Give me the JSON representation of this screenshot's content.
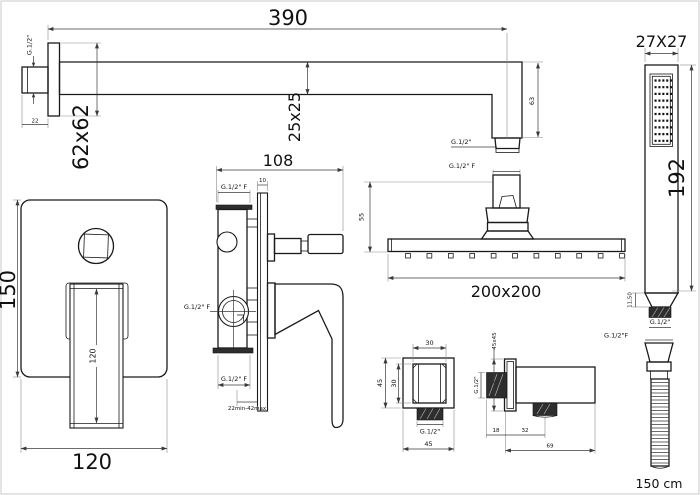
{
  "drawing": {
    "type": "shower-set-technical-drawing",
    "colors": {
      "line": "#1a1a1a",
      "dim": "#3a3a3a",
      "dark_fill": "#2e2e2e",
      "background": "#ffffff"
    }
  },
  "labels": {
    "arm_length": "390",
    "arm_wall_thread": "G.1/2\"",
    "arm_nipple": "22",
    "arm_flange": "62x62",
    "arm_section": "25x25",
    "arm_drop": "63",
    "arm_outlet_thread": "G.1/2\"",
    "handshower_size": "27X27",
    "handshower_length": "192",
    "handshower_neck": "11,50",
    "handshower_thread": "G.1/2\"",
    "hose_thread": "G.1/2\"F",
    "hose_length": "150 cm",
    "valve_width": "108",
    "valve_top_thread": "G.1/2\" F",
    "valve_plate_thickness": "10",
    "valve_mid_thread": "G.1/2\" F",
    "valve_bottom_thread": "G.1/2\" F",
    "valve_depth_range": "22min-42max",
    "plate_height": "150",
    "plate_width": "120",
    "lever_length": "120",
    "head_thread": "G.1/2\" F",
    "head_height": "55",
    "head_size": "200x200",
    "outlet_front_top": "30",
    "outlet_front_left": "45",
    "outlet_front_inner": "30",
    "outlet_front_thread": "G.1/2\"",
    "outlet_front_bottom": "45",
    "outlet_side_plate": "45x45",
    "outlet_side_thread": "G.1/2\"",
    "outlet_side_d1": "18",
    "outlet_side_d2": "32",
    "outlet_side_total": "69"
  }
}
